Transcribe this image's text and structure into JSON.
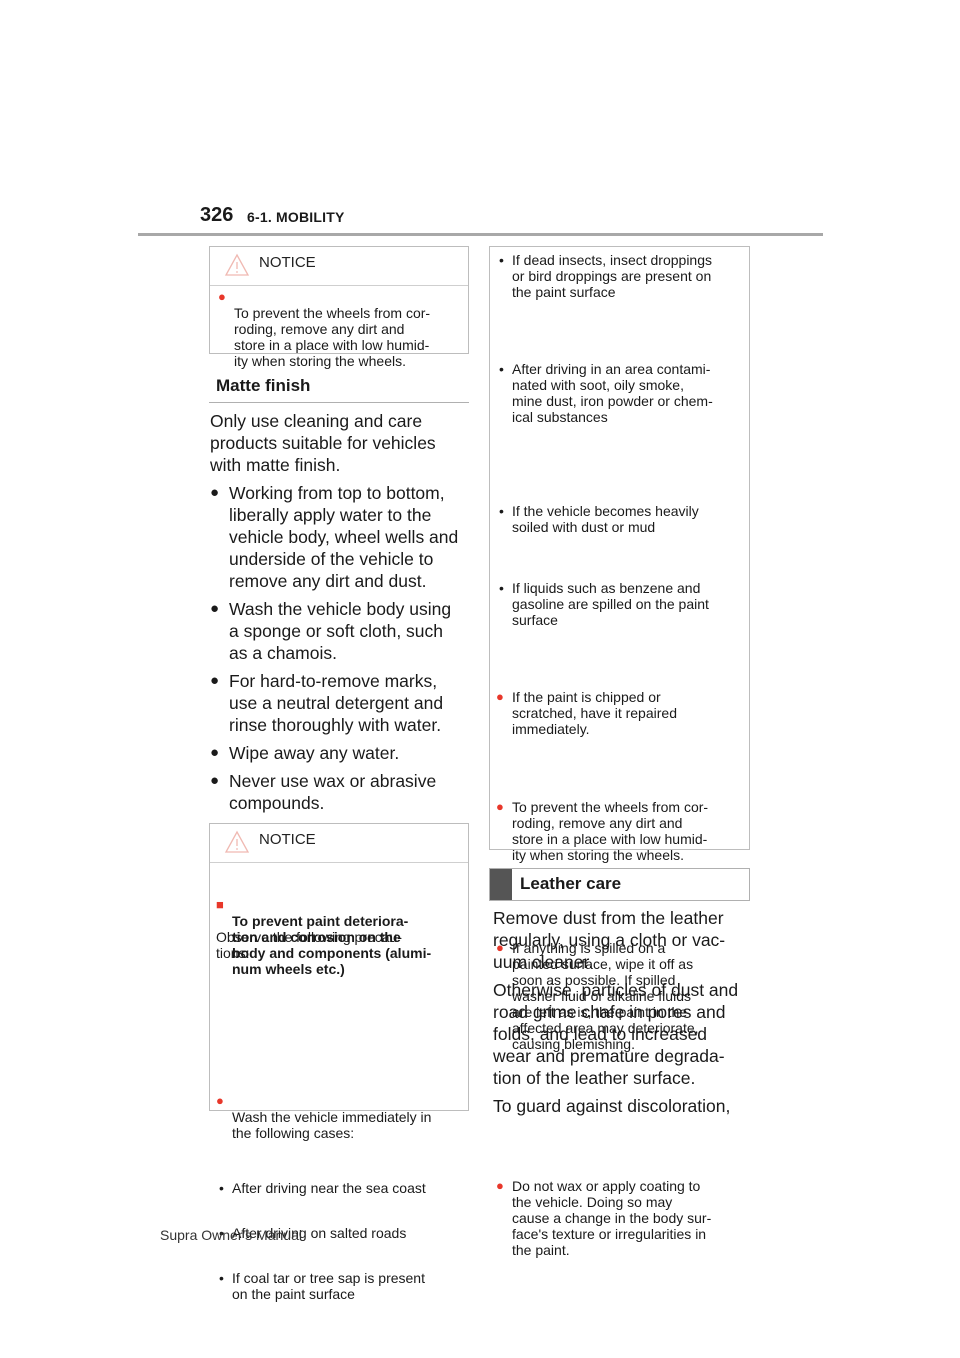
{
  "header": {
    "page_number": "326",
    "section": "6-1. MOBILITY"
  },
  "left": {
    "notice1": {
      "label": "NOTICE",
      "items": [
        "To prevent the wheels from cor-\nroding, remove any dirt and\nstore in a place with low humid-\nity when storing the wheels."
      ]
    },
    "matte_heading": "Matte finish",
    "matte_intro": "Only use cleaning and care\nproducts suitable for vehicles\nwith matte finish.",
    "matte_bullets": [
      "Working from top to bottom,\nliberally apply water to the\nvehicle body, wheel wells and\nunderside of the vehicle to\nremove any dirt and dust.",
      "Wash the vehicle body using\na sponge or soft cloth, such\nas a chamois.",
      "For hard-to-remove marks,\nuse a neutral detergent and\nrinse thoroughly with water.",
      "Wipe away any water.",
      "Never use wax or abrasive\ncompounds."
    ],
    "notice2": {
      "label": "NOTICE",
      "title": "To prevent paint deteriora-\ntion and corrosion on the\nbody and components (alumi-\nnum wheels etc.)",
      "observe": "Observe the following precau-\ntions:",
      "wash_item": "Wash the vehicle immediately in\nthe following cases:",
      "cases": [
        "After driving near the sea coast",
        "After driving on salted roads",
        "If coal tar or tree sap is present\non the paint surface"
      ]
    }
  },
  "right": {
    "cases": [
      "If dead insects, insect droppings\nor bird droppings are present on\nthe paint surface",
      "After driving in an area contami-\nnated with soot, oily smoke,\nmine dust, iron powder or chem-\nical substances",
      "If the vehicle becomes heavily\nsoiled with dust or mud",
      "If liquids such as benzene and\ngasoline are spilled on the paint\nsurface"
    ],
    "items": [
      "If the paint is chipped or\nscratched, have it repaired\nimmediately.",
      "To prevent the wheels from cor-\nroding, remove any dirt and\nstore in a place with low humid-\nity when storing the wheels.",
      "If anything is spilled on a\npainted surface, wipe it off as\nsoon as possible. If spilled\nwasher fluid or alkaline fluids\nare left as is, the paint in the\naffected area may deteriorate,\ncausing blemishing.",
      "Do not wax or apply coating to\nthe vehicle. Doing so may\ncause a change in the body sur-\nface's texture or irregularities in\nthe paint."
    ],
    "leather_heading": "Leather care",
    "leather_p1": "Remove dust from the leather\nregularly, using a cloth or vac-\nuum cleaner.",
    "leather_p2": "Otherwise, particles of dust and\nroad grime chafe in pores and\nfolds, and lead to increased\nwear and premature degrada-\ntion of the leather surface.",
    "leather_p3": "To guard against discoloration,"
  },
  "footer": "Supra Owner's Manual",
  "colors": {
    "bullet_red": "#e8372a",
    "rule_gray": "#a8a8a8"
  },
  "icons": [
    "warning-triangle-icon",
    "red-dot-bullet-icon",
    "red-square-bullet-icon",
    "filled-circle-bullet-icon"
  ]
}
